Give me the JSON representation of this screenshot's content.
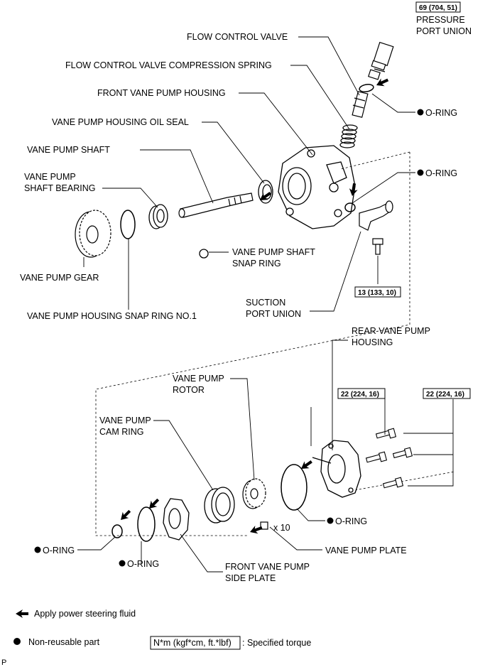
{
  "parts": {
    "torque_pressure_union": "69 (704, 51)",
    "pressure_port_union_l1": "PRESSURE",
    "pressure_port_union_l2": "PORT UNION",
    "flow_control_valve": "FLOW CONTROL VALVE",
    "flow_control_valve_spring": "FLOW CONTROL VALVE COMPRESSION SPRING",
    "front_vane_pump_housing": "FRONT VANE PUMP HOUSING",
    "o_ring": "O-RING",
    "oil_seal": "VANE PUMP HOUSING OIL SEAL",
    "shaft": "VANE PUMP SHAFT",
    "bearing_l1": "VANE PUMP",
    "bearing_l2": "SHAFT BEARING",
    "snap_ring_shaft_l1": "VANE PUMP SHAFT",
    "snap_ring_shaft_l2": "SNAP RING",
    "gear": "VANE PUMP GEAR",
    "torque_suction": "13 (133, 10)",
    "suction_l1": "SUCTION",
    "suction_l2": "PORT UNION",
    "housing_snap_ring": "VANE PUMP HOUSING SNAP RING NO.1",
    "rear_housing_l1": "REAR VANE PUMP",
    "rear_housing_l2": "HOUSING",
    "rotor_l1": "VANE PUMP",
    "rotor_l2": "ROTOR",
    "torque_bolt_a": "22 (224, 16)",
    "torque_bolt_b": "22 (224, 16)",
    "cam_ring_l1": "VANE PUMP",
    "cam_ring_l2": "CAM RING",
    "plate_count": "x 10",
    "vane_plate": "VANE PUMP PLATE",
    "side_plate_l1": "FRONT VANE PUMP",
    "side_plate_l2": "SIDE PLATE"
  },
  "legend": {
    "fluid": "Apply power steering fluid",
    "non_reusable": "Non-reusable part",
    "torque_box": "N*m (kgf*cm, ft.*lbf)",
    "torque_text": ": Specified torque"
  },
  "footer": {
    "code": "P"
  }
}
